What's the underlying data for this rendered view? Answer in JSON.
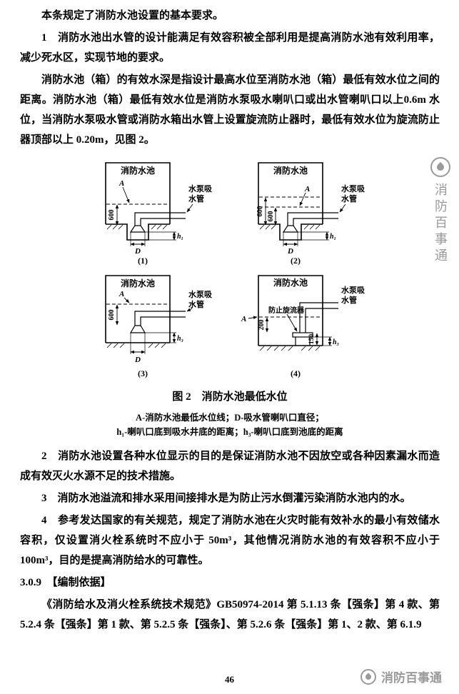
{
  "doc": {
    "top": [
      "本条规定了消防水池设置的基本要求。",
      "1　消防水池出水管的设计能满足有效容积被全部利用是提高消防水池有效利用率，减少死水区，实现节地的要求。",
      "消防水池（箱）的有效水深是指设计最高水位至消防水池（箱）最低有效水位之间的距离。消防水池（箱）最低有效水位是消防水泵吸水喇叭口或出水管喇叭口以上0.6m 水位，当消防水泵吸水管或消防水箱出水管上设置旋流防止器时，最低有效水位为旋流防止器顶部以上 0.20m，见图 2。"
    ],
    "bottom": [
      "2　消防水池设置各种水位显示的目的是保证消防水池不因放空或各种因素漏水而造成有效灭火水源不足的技术措施。",
      "3　消防水池溢流和排水采用间接排水是为防止污水倒灌污染消防水池内的水。",
      "4　参考发达国家的有关规范，规定了消防水池在火灾时能有效补水的最小有效储水容积，仅设置消火栓系统时不应小于 50m³，其他情况消防水池的有效容积不应小于100m³，目的是提高消防给水的可靠性。"
    ],
    "heading": "3.0.9　【编制依据】",
    "reference": "《消防给水及消火栓系统技术规范》GB50974-2014 第 5.1.13 条【强条】第 4 款、第 5.2.4 条【强条】第 1 款、第 5.2.5 条【强条】、第 5.2.6 条【强条】第 1、2 款、第 6.1.9"
  },
  "figure": {
    "caption": "图 2　消防水池最低水位",
    "legend1": "A-消防水池最低水位线；D-吸水管喇叭口直径；",
    "legend2": "h₁-喇叭口底到吸水井底的距离；h₃-喇叭口底到池底的距离",
    "d1": {
      "num": "(1)",
      "tank": "消防水池",
      "pipe_l1": "水泵吸",
      "pipe_l2": "水管",
      "dim600": "600",
      "dimD": "D",
      "dimH1": "h₁",
      "A": "A"
    },
    "d2": {
      "num": "(2)",
      "tank": "消防水池",
      "pipe_l1": "水泵吸",
      "pipe_l2": "水管",
      "dim600a": "600",
      "dim600b": "600",
      "dimD": "D",
      "dimH1": "h₁",
      "A": "A"
    },
    "d3": {
      "num": "(3)",
      "tank": "消防水池",
      "pipe_l1": "水泵吸",
      "pipe_l2": "水管",
      "dim600": "600",
      "dimD": "D",
      "dimH3": "h₃",
      "A": "A"
    },
    "d4": {
      "num": "(4)",
      "tank": "消防水池",
      "device": "防止旋流器",
      "pipe_l1": "水泵吸",
      "pipe_l2": "水管",
      "dim200": "200",
      "dim150": "150",
      "dimH3": "h₃",
      "A": "A"
    }
  },
  "page": {
    "number": "46"
  },
  "watermark": {
    "text": "消防百事通"
  }
}
